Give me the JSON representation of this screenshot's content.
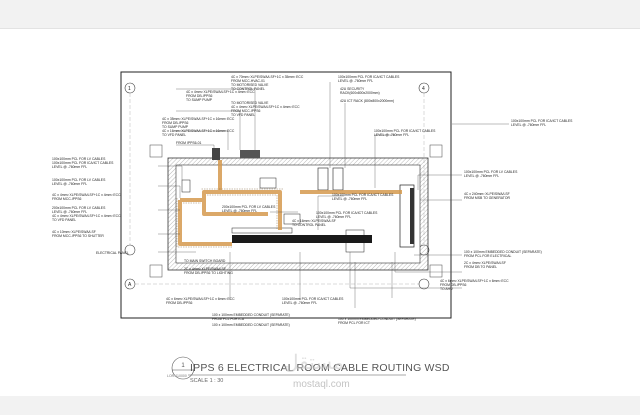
{
  "title_block": {
    "detail_number": "1",
    "detail_ref": "LOR-110000",
    "title": "IPPS 6  ELECTRICAL ROOM CABLE ROUTING WSD",
    "scale": "SCALE   1 : 30"
  },
  "watermark": {
    "arabic": "مستقل",
    "latin": "mostaql.com"
  },
  "grid": {
    "top_left": "1",
    "top_right": "4",
    "side_letter": "A"
  },
  "colors": {
    "route": "#d59a4e",
    "ink": "#222222",
    "hatch": "#8a8a8a"
  },
  "annotations": {
    "a01": "100x100mm PCL FOR ICA/ICT CABLES",
    "a02": "LEVEL @ -760mm FFL",
    "a03": "42U SECURITY",
    "a04": "RACK(600x800x2000mm)",
    "a05": "42U ICT RACK (800x800x2000mm)",
    "a06": "4C x 70mm² XLPE/SWA/LSF+1C x 35mm² ECC",
    "a07": "FROM MCC-HVAC-01",
    "a08": "TO MOTORISED VALVE",
    "a09": "TO CONTROL PANEL",
    "a10": "4C x 4mm² XLPE/SWA/LSF+1C x 4mm² ECC",
    "a11": "FROM DB-IPPS6",
    "a12": "TO SUMP PUMP",
    "a13": "TO MOTORISED VALVE",
    "a14": "FROM IPPS6-01",
    "a15": "100x100mm PCL FOR ICA/ICT CABLES",
    "a16": "LEVEL @ -760mm FFL",
    "a17": "100x100mm PCL FOR LV CABLES",
    "a18": "100x100mm PCL FOR ICA/ICT CABLES",
    "a19": "LEVEL @ -760mm FFL",
    "a20": "100x100mm PCL FOR LV CABLES",
    "a21": "LEVEL @ -760mm FFL",
    "a22": "4C x 4mm² XLPE/SWA/LSF+1C x 4mm² ECC",
    "a23": "FROM MCC-IPPS6",
    "a24": "TO VFD PANEL",
    "a25": "200x100mm PCL FOR LV CABLES",
    "a26": "LEVEL @ -760mm FFL",
    "a27": "4C x 35mm² XLPE/SWA/LSF+1C x 16mm² ECC",
    "a28": "FROM DB-IPPS6",
    "a29": "TO SUMP PUMP",
    "a30": "4C x 10mm² XLPE/SWA/LSF",
    "a31": "FROM MCC-IPPS6 TO SHUTTER",
    "a32": "ELECTRICAL PANEL",
    "a33": "4C x 16mm² XLPE/SWA/LSF+1C x 16mm² ECC",
    "a34": "TO VFD PANEL",
    "a35": "TO MAIN SWITCH BOARD",
    "a36": "2C x 4mm² XLPE/SWA/LSF",
    "a37": "FROM DB-IPPS6 TO LIGHTING",
    "a38": "100x100mm PCL FOR ICA/ICT CABLES",
    "a39": "LEVEL @ -760mm FFL",
    "a40": "200x100mm PCL FOR LV CABLES",
    "a41": "LEVEL @ -760mm FFL",
    "a42": "100x100mm PCL FOR ICA/ICT CABLES",
    "a43": "LEVEL @ -760mm FFL",
    "a44": "4C x 4mm² XLPE/SWA/LSF+1C x 4mm² ECC",
    "a45": "FROM MCC-IPPS6",
    "a46": "100x100mm PCL FOR LV CABLES",
    "a47": "LEVEL @ -760mm FFL",
    "a48": "4C x 240mm² XLPE/SWA/LSF",
    "a49": "FROM MSB TO GENERATOR",
    "a50": "4C x 6mm² XLPE/SWA/LSF+1C x 6mm² ECC",
    "a51": "FROM DB-IPPS6",
    "a52": "100 x 100mm EMBEDDED CONDUIT (SEPARATE)",
    "a53": "FROM PCL FOR ELECTRICAL",
    "a54": "2C x 4mm² XLPE/SWA/LSF",
    "a55": "FROM DB TO PANEL",
    "a56": "4C x 6mm² XLPE/SWA/LSF+1C x 6mm² ECC",
    "a57": "FROM DB-IPPS6",
    "a58": "TO AHU",
    "a59": "100 x 100mm EMBEDDED CONDUIT (SEPARATE)",
    "a60": "FROM PCL FOR ICA",
    "a61": "100x100mm PCL FOR ICA/ICT CABLES",
    "a62": "LEVEL @ -760mm FFL",
    "a63": "100 x 100mm EMBEDDED CONDUIT (SEPARATE)",
    "a64": "100 x 100mm EMBEDDED CONDUIT (SEPARATE)",
    "a65": "FROM PCL FOR ICT",
    "a66": "100x100mm PCL FOR ICA/ICT CABLES",
    "a67": "LEVEL @ -760mm FFL",
    "a68": "4C x 4mm² XLPE/SWA/LSF+1C x 4mm² ECC",
    "a69": "TO VFD PANEL",
    "a70": "4C x 16mm² XLPE/SWA/LSF",
    "a71": "TO CONTROL PANEL"
  }
}
